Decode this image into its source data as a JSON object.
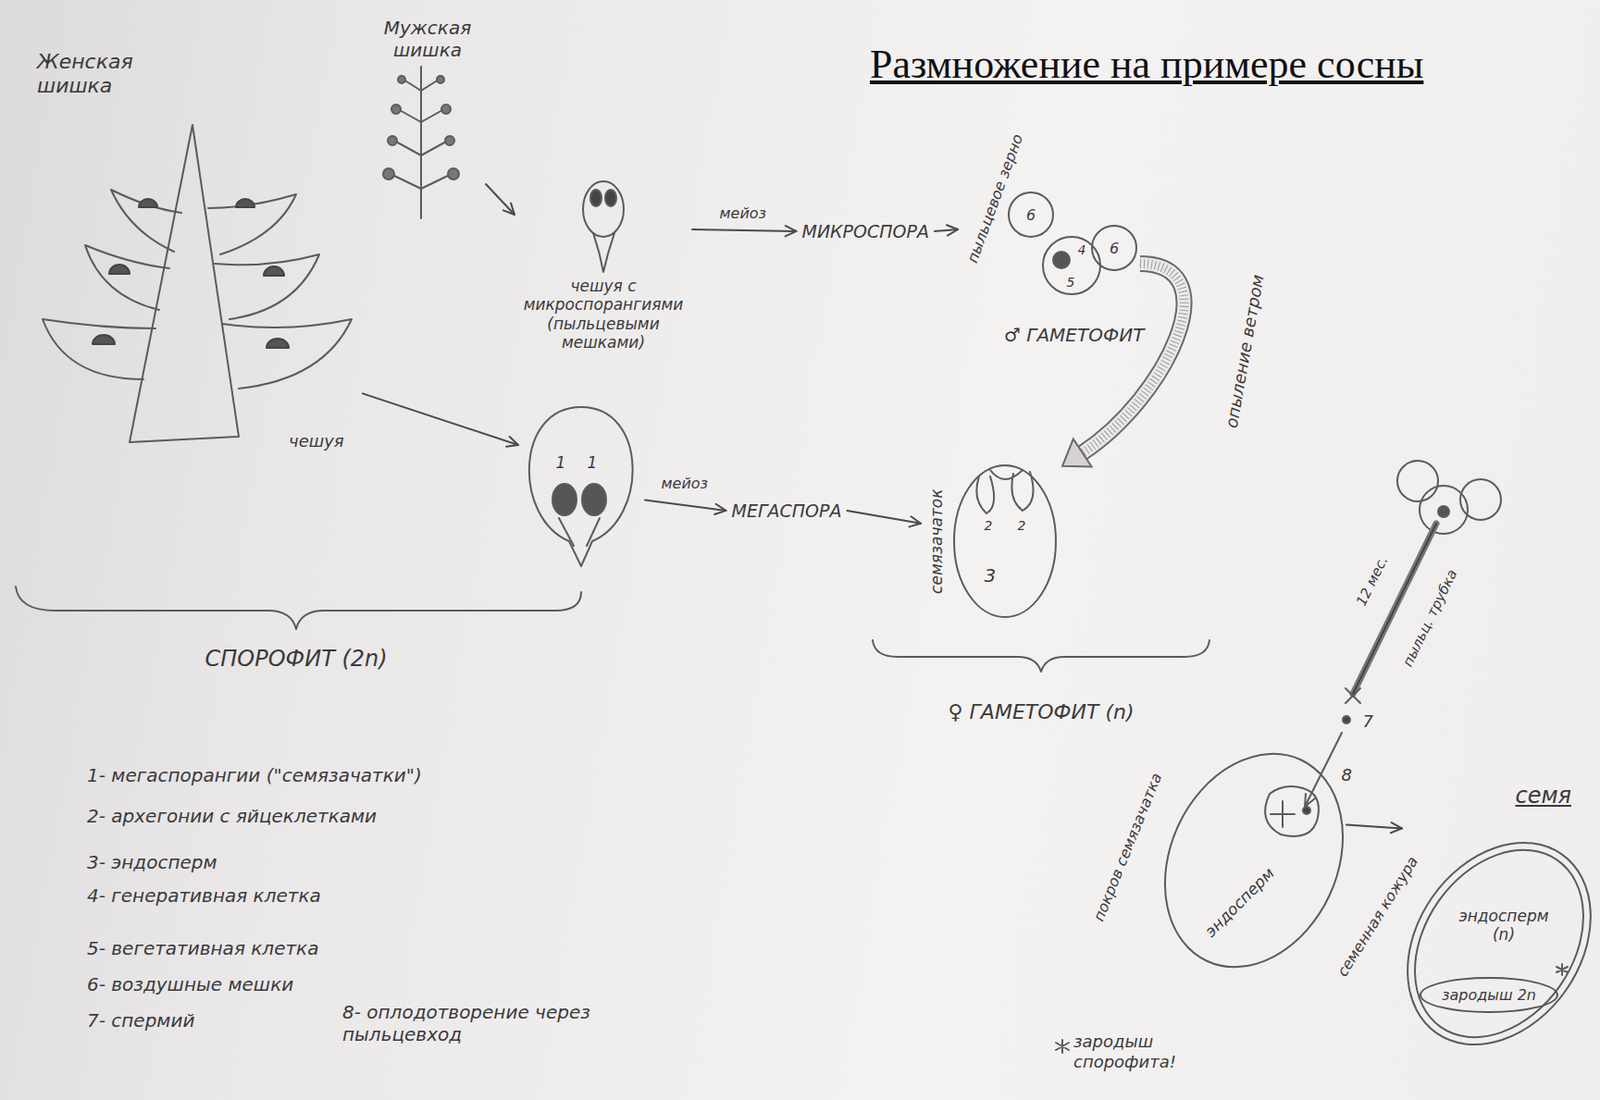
{
  "diagram": {
    "title": "Размножение на примере сосны",
    "nodes": [
      {
        "text": [
          "Женская шишка"
        ]
      },
      {
        "text": [
          "Мужская шишка"
        ]
      },
      {
        "text": [
          "чешуя с микроспорангиями (пыльцевыми мешками)"
        ]
      },
      {
        "text": [
          "МИКРОСПОРА"
        ]
      },
      {
        "text": [
          "пыльцевое зерно"
        ]
      },
      {
        "text": [
          "1",
          "1"
        ]
      },
      {
        "text": [
          "МЕГАСПОРА"
        ]
      },
      {
        "text": [
          "семязачаток",
          "2",
          "2",
          "3"
        ]
      },
      {
        "text": [
          "покров семязачатка",
          "эндосперм"
        ]
      },
      {
        "text": [
          "семя",
          "эндосперм (n)"
        ]
      },
      {
        "text": [
          "зародыш 2n"
        ],
        "in": 9
      }
    ],
    "edges": [
      {
        "from": 1,
        "to": 2,
        "arrow": "to"
      },
      {
        "from": 2,
        "to": 3,
        "label": "мейоз",
        "arrow": "to"
      },
      {
        "from": 3,
        "to": 4,
        "arrow": "to"
      },
      {
        "from": 4,
        "to": 7,
        "label": "опыление ветром",
        "arrow": "to"
      },
      {
        "from": 0,
        "to": 5,
        "arrow": "to"
      },
      {
        "from": 5,
        "to": 6,
        "label": "мейоз",
        "arrow": "to"
      },
      {
        "from": 6,
        "to": 7,
        "arrow": "to"
      },
      {
        "from": 8,
        "to": 9,
        "arrow": "to"
      }
    ],
    "labels": [
      "чешуя",
      "6",
      "4",
      "5",
      "6",
      "♂ ГАМЕТОФИТ",
      "СПОРОФИТ (2n)",
      "♀ ГАМЕТОФИТ (n)",
      "12 мес.",
      "пыльц. трубка",
      "7",
      "8",
      "семенная кожура",
      "1- мегаспорангии (\"семязачатки\")",
      "2- архегонии с яйцеклетками",
      "3- эндосперм",
      "4- генеративная клетка",
      "5- вегетативная клетка",
      "6- воздушные мешки",
      "7- спермий",
      "8- оплодотворение через пыльцевход",
      "зародыш спорофита!"
    ]
  }
}
